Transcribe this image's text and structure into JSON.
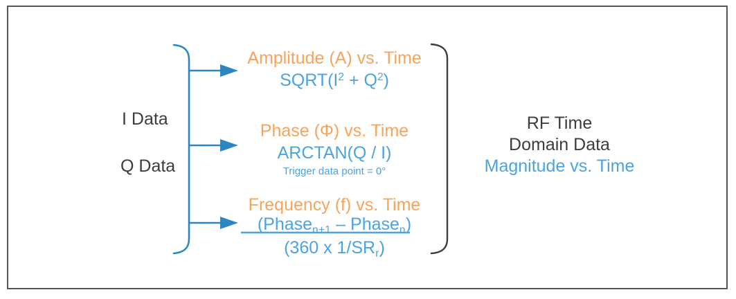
{
  "diagram": {
    "title_semantic": "iq-to-rf-time-domain-conversion",
    "colors": {
      "orange": "#f6a45c",
      "blue": "#4ba3e0",
      "arrow_blue": "#2e86c1",
      "dark": "#3c3c41",
      "border": "#55565b",
      "background": "#ffffff"
    },
    "inputs": [
      {
        "label": "I Data"
      },
      {
        "label": "Q Data"
      }
    ],
    "branches": [
      {
        "heading": "Amplitude (A) vs. Time",
        "formula_prefix": "SQRT(I",
        "formula_sup1": "2",
        "formula_mid": " + Q",
        "formula_sup2": "2",
        "formula_suffix": ")"
      },
      {
        "heading": "Phase (Φ) vs. Time",
        "formula": "ARCTAN(Q / I)",
        "note": "Trigger data point = 0°"
      },
      {
        "heading": "Frequency (f) vs. Time",
        "numerator_prefix": "(Phase",
        "numerator_sub1": "n+1",
        "numerator_mid": " – Phase",
        "numerator_sub2": "n",
        "numerator_suffix": ")",
        "denominator_prefix": "(360 x 1/SR",
        "denominator_sub": "r",
        "denominator_suffix": ")"
      }
    ],
    "output": {
      "line1": "RF Time",
      "line2": "Domain Data",
      "line3": "Magnitude vs. Time"
    }
  }
}
